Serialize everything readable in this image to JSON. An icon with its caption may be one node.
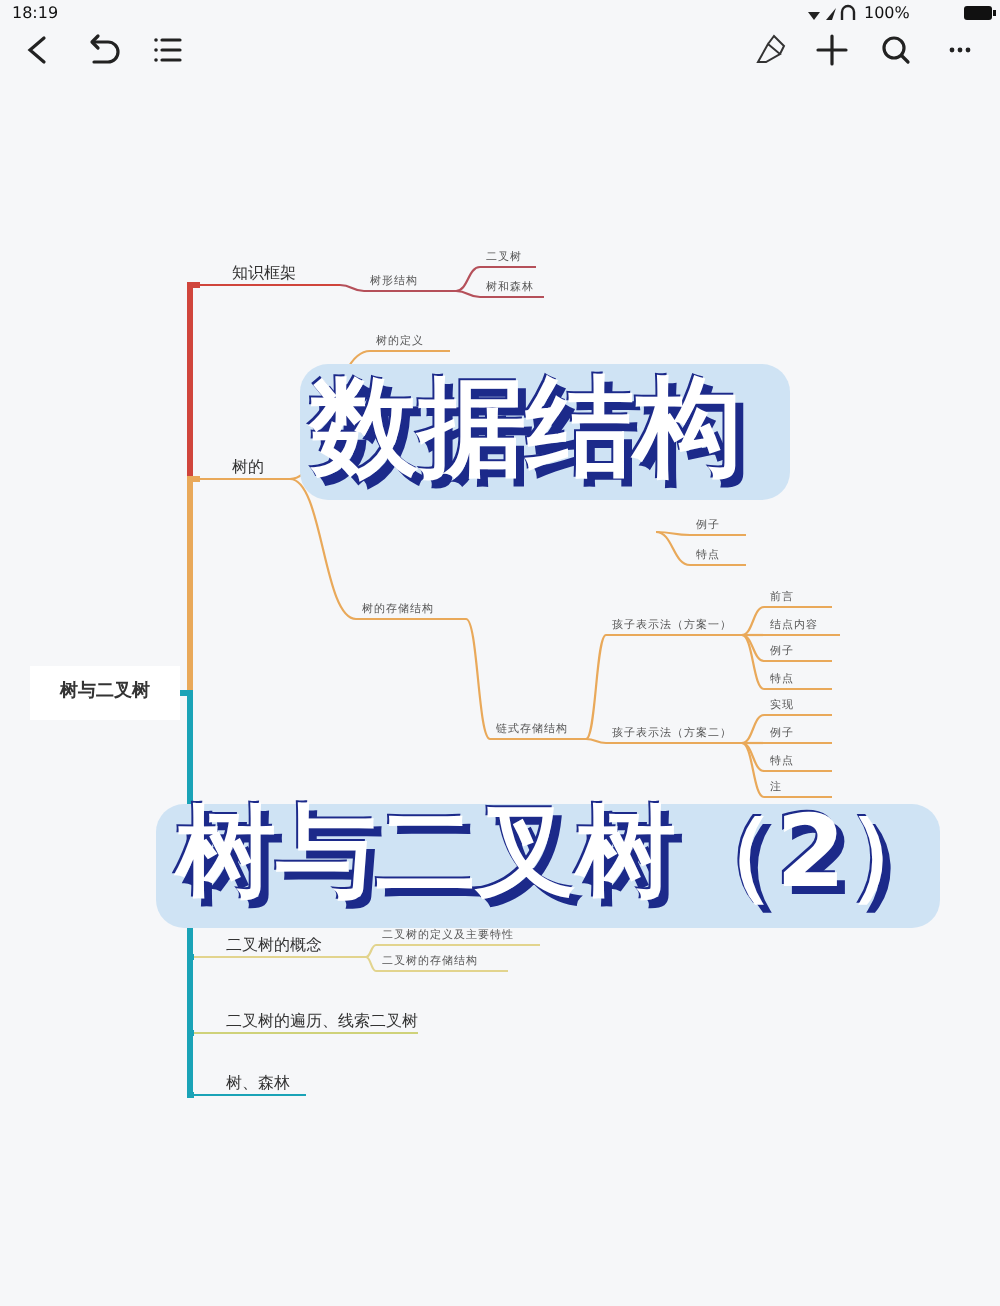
{
  "diagram": {
    "nodes": [
      {
        "text": [
          "树与二叉树"
        ]
      },
      {
        "text": [
          "知识框架"
        ]
      },
      {
        "text": [
          "树形结构"
        ]
      },
      {
        "text": [
          "二叉树"
        ]
      },
      {
        "text": [
          "树和森林"
        ]
      },
      {
        "text": [
          "树的"
        ]
      },
      {
        "text": [
          "树的定义"
        ]
      },
      {
        "text": [
          "树的存储结构"
        ]
      },
      {
        "text": [
          "例子"
        ]
      },
      {
        "text": [
          "特点"
        ]
      },
      {
        "text": [
          "链式存储结构"
        ]
      },
      {
        "text": [
          "孩子表示法（方案一）"
        ]
      },
      {
        "text": [
          "前言"
        ]
      },
      {
        "text": [
          "结点内容"
        ]
      },
      {
        "text": [
          "例子"
        ]
      },
      {
        "text": [
          "特点"
        ]
      },
      {
        "text": [
          "孩子表示法（方案二）"
        ]
      },
      {
        "text": [
          "实现"
        ]
      },
      {
        "text": [
          "例子"
        ]
      },
      {
        "text": [
          "特点"
        ]
      },
      {
        "text": [
          "注"
        ]
      },
      {
        "text": [
          "二叉树的概念"
        ]
      },
      {
        "text": [
          "二叉树的定义及主要特性"
        ]
      },
      {
        "text": [
          "二叉树的存储结构"
        ]
      },
      {
        "text": [
          "二叉树的遍历、线索二叉树"
        ]
      },
      {
        "text": [
          "树、森林"
        ]
      }
    ],
    "edges": [
      {
        "from": 0,
        "to": 1,
        "arrow": "none",
        "color": "#d0453c",
        "style": "thick"
      },
      {
        "from": 1,
        "to": 2,
        "arrow": "none",
        "color": "#b5505a"
      },
      {
        "from": 2,
        "to": 3,
        "arrow": "none",
        "color": "#b5505a"
      },
      {
        "from": 2,
        "to": 4,
        "arrow": "none",
        "color": "#b5505a"
      },
      {
        "from": 0,
        "to": 5,
        "arrow": "none",
        "style": "thick"
      },
      {
        "from": 5,
        "to": 6,
        "arrow": "none"
      },
      {
        "from": 5,
        "to": 7,
        "arrow": "none"
      },
      {
        "from": null,
        "to": 8,
        "arrow": "none"
      },
      {
        "from": null,
        "to": 9,
        "arrow": "none"
      },
      {
        "from": 7,
        "to": 10,
        "arrow": "none"
      },
      {
        "from": 10,
        "to": 11,
        "arrow": "none"
      },
      {
        "from": 11,
        "to": 12,
        "arrow": "none"
      },
      {
        "from": 11,
        "to": 13,
        "arrow": "none"
      },
      {
        "from": 11,
        "to": 14,
        "arrow": "none"
      },
      {
        "from": 11,
        "to": 15,
        "arrow": "none"
      },
      {
        "from": 10,
        "to": 16,
        "arrow": "none"
      },
      {
        "from": 16,
        "to": 17,
        "arrow": "none"
      },
      {
        "from": 16,
        "to": 18,
        "arrow": "none"
      },
      {
        "from": 16,
        "to": 19,
        "arrow": "none"
      },
      {
        "from": 16,
        "to": 20,
        "arrow": "none"
      },
      {
        "from": 0,
        "to": 21,
        "arrow": "none",
        "color": "#1aa3b7",
        "style": "thick"
      },
      {
        "from": 21,
        "to": 22,
        "arrow": "none",
        "color": "#e2d48e"
      },
      {
        "from": 21,
        "to": 23,
        "arrow": "none",
        "color": "#e2d48e"
      },
      {
        "from": 0,
        "to": 24,
        "arrow": "none",
        "color": "#1aa3b7",
        "style": "thick"
      },
      {
        "from": 0,
        "to": 25,
        "arrow": "none",
        "color": "#1aa3b7",
        "style": "thick"
      }
    ],
    "labels": [
      "18:19",
      "100%",
      "数据结构",
      "树与二叉树（2）"
    ]
  }
}
